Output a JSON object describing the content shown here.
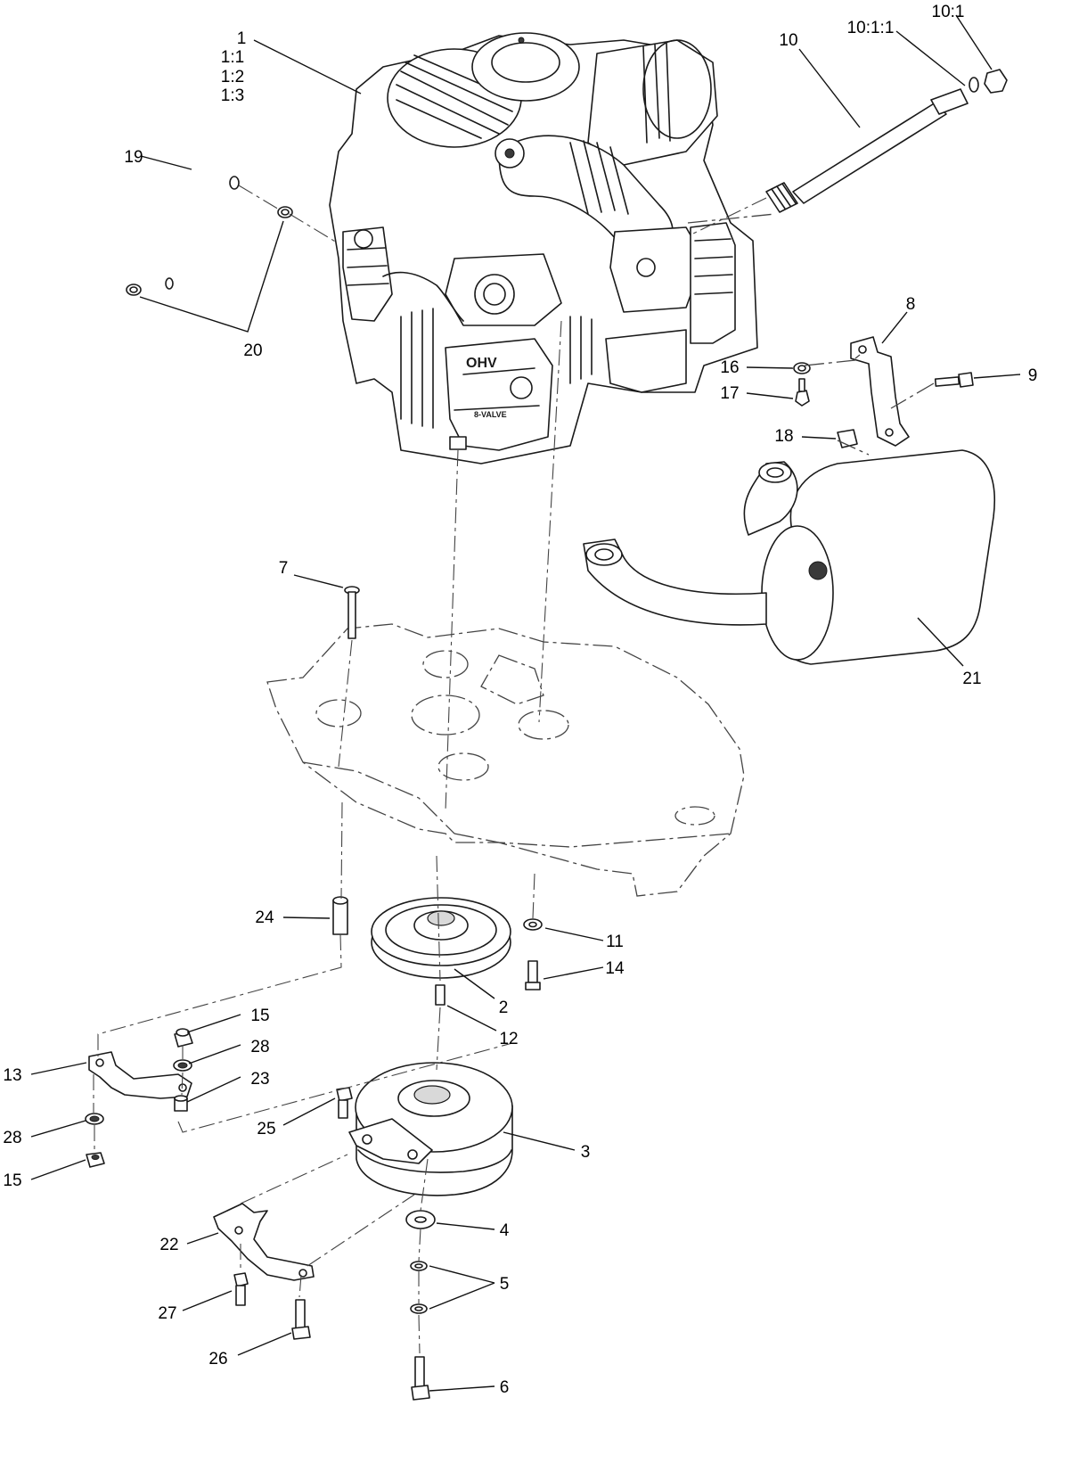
{
  "diagram": {
    "engine_stamp_main": "OHV",
    "engine_stamp_sub": "8-VALVE",
    "callouts": {
      "c1": "1",
      "c1_1": "1:1",
      "c1_2": "1:2",
      "c1_3": "1:3",
      "c2": "2",
      "c3": "3",
      "c4": "4",
      "c5": "5",
      "c6": "6",
      "c7": "7",
      "c8": "8",
      "c9": "9",
      "c10": "10",
      "c10_1": "10:1",
      "c10_1_1": "10:1:1",
      "c11": "11",
      "c12": "12",
      "c13": "13",
      "c14": "14",
      "c15a": "15",
      "c15b": "15",
      "c16": "16",
      "c17": "17",
      "c18": "18",
      "c19": "19",
      "c20": "20",
      "c21": "21",
      "c22": "22",
      "c23": "23",
      "c24": "24",
      "c25": "25",
      "c26": "26",
      "c27": "27",
      "c28a": "28",
      "c28b": "28"
    }
  }
}
